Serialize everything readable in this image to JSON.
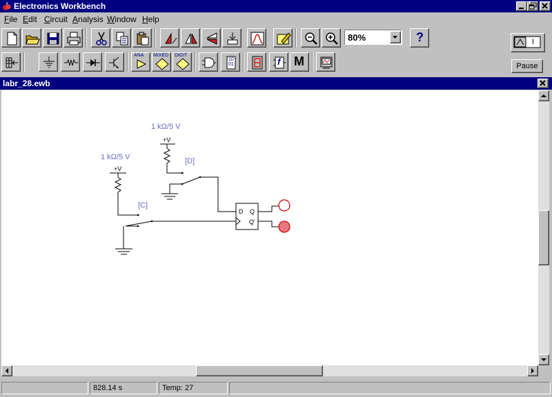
{
  "app": {
    "title": "Electronics Workbench",
    "accent": "#000080"
  },
  "menu": {
    "items": [
      {
        "key": "F",
        "rest": "ile"
      },
      {
        "key": "E",
        "rest": "dit"
      },
      {
        "key": "C",
        "rest": "ircuit"
      },
      {
        "key": "A",
        "rest": "nalysis"
      },
      {
        "key": "W",
        "rest": "indow"
      },
      {
        "key": "H",
        "rest": "elp"
      }
    ]
  },
  "toolbar": {
    "zoom_value": "80%",
    "help_label": "?",
    "pause_label": "Pause",
    "power_label": "I",
    "bins": {
      "analog": "ANA",
      "mixed": "MIXED",
      "digital": "DIGIT",
      "mixed_bits": "10 01",
      "flip": "f",
      "misc": "M"
    }
  },
  "document": {
    "title": "labr_28.ewb"
  },
  "circuit": {
    "resistor_d_label": "1 kΩ/5 V",
    "resistor_c_label": "1 kΩ/5 V",
    "vcc_label_1": "+V",
    "vcc_label_2": "+V",
    "switch_d_key": "[D]",
    "switch_c_key": "[C]",
    "ff_d": "D",
    "ff_q": "Q",
    "ff_qbar": "Q'",
    "probe_q_color": "#ffffff",
    "probe_qbar_color": "#e87880",
    "probe_outline": "#cc0000"
  },
  "status": {
    "cell1": "",
    "time": "828.14 s",
    "temp": "Temp:  27",
    "cell4": ""
  }
}
